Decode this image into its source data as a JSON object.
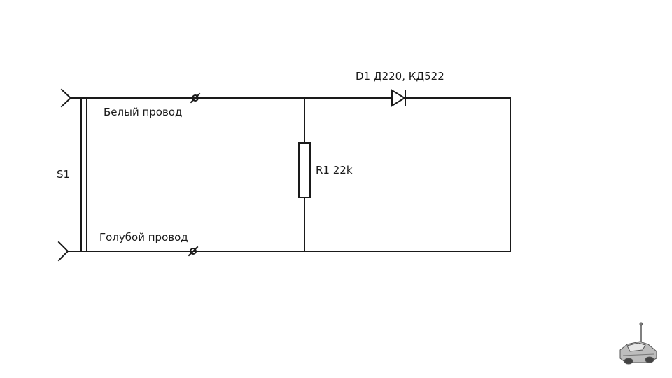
{
  "labels": {
    "white_wire": "Белый провод",
    "blue_wire": "Голубой провод",
    "switch": "S1",
    "resistor": "R1 22k",
    "diode": "D1 Д220, КД522"
  },
  "colors": {
    "line": "#1a1a1a",
    "background": "#ffffff"
  },
  "watermark": {
    "icon": "vintage-car-with-antenna-logo"
  }
}
